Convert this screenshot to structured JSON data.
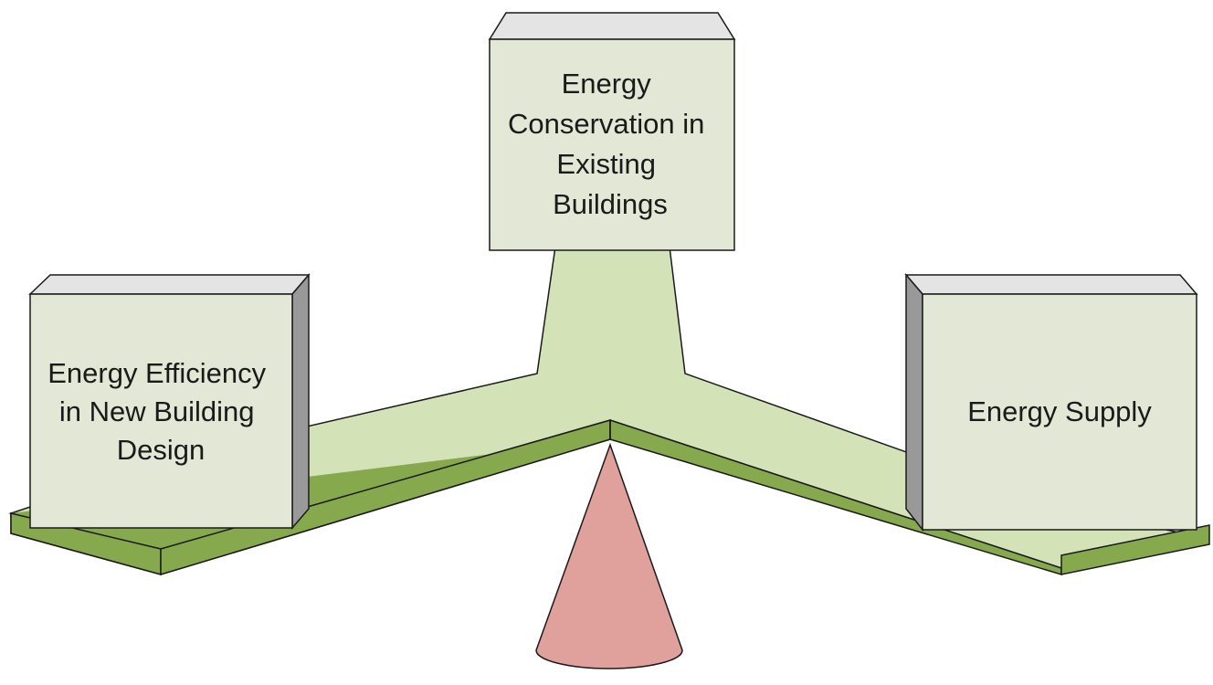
{
  "diagram": {
    "kind": "balance-scale",
    "boxes": [
      {
        "id": "left",
        "lines": [
          "Energy Efficiency",
          "in New Building",
          "Design"
        ]
      },
      {
        "id": "center",
        "lines": [
          "Energy",
          "Conservation in",
          "Existing",
          "Buildings"
        ]
      },
      {
        "id": "right",
        "lines": [
          "Energy Supply"
        ]
      }
    ],
    "colors": {
      "background": "#ffffff",
      "box_front": "#e3e8d6",
      "box_top": "#e4e4e4",
      "box_side": "#999999",
      "beam_top": "#d4e2b8",
      "beam_side": "#86a94e",
      "fulcrum": "#e0a09b",
      "outline": "#1a1a1a"
    }
  }
}
